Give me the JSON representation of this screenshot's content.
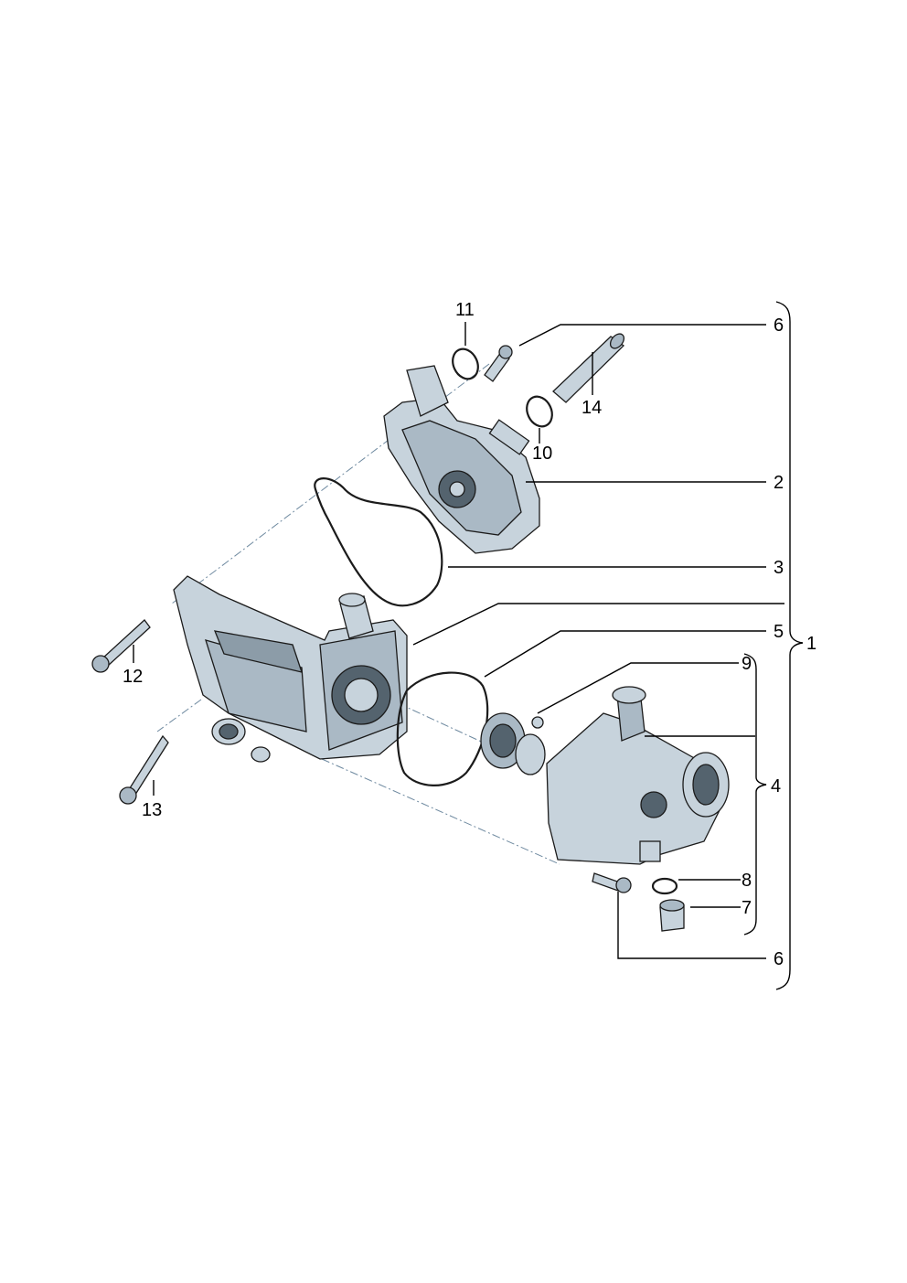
{
  "labels": {
    "l1": "1",
    "l2": "2",
    "l3": "3",
    "l4": "4",
    "l5": "5",
    "l6a": "6",
    "l6b": "6",
    "l7": "7",
    "l8": "8",
    "l9": "9",
    "l10": "10",
    "l11": "11",
    "l12": "12",
    "l13": "13",
    "l14": "14"
  }
}
